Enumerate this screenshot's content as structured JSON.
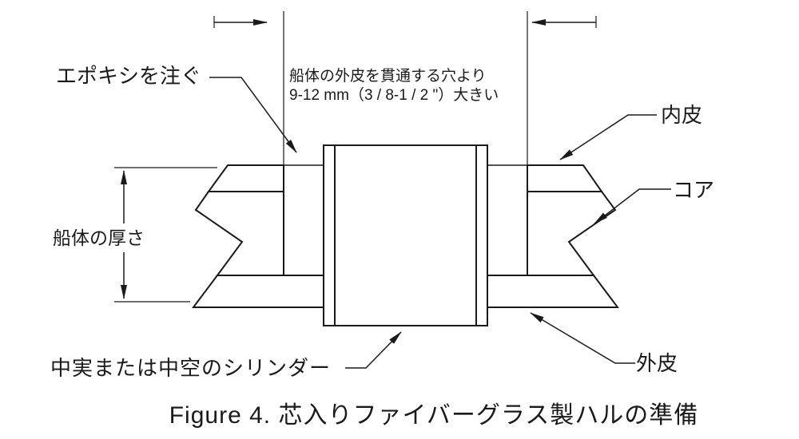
{
  "figure": {
    "caption": "Figure 4. 芯入りファイバーグラス製ハルの準備"
  },
  "labels": {
    "pour_epoxy": "エポキシを注ぐ",
    "hole_note_line1": "船体の外皮を貫通する穴より",
    "hole_note_line2": "9-12 mm（3 / 8-1 / 2 \"）大きい",
    "inner_skin": "内皮",
    "core": "コア",
    "outer_skin": "外皮",
    "hull_thickness": "船体の厚さ",
    "cylinder": "中実または中空のシリンダー"
  },
  "colors": {
    "line": "#1a1a1a",
    "background": "#ffffff"
  }
}
